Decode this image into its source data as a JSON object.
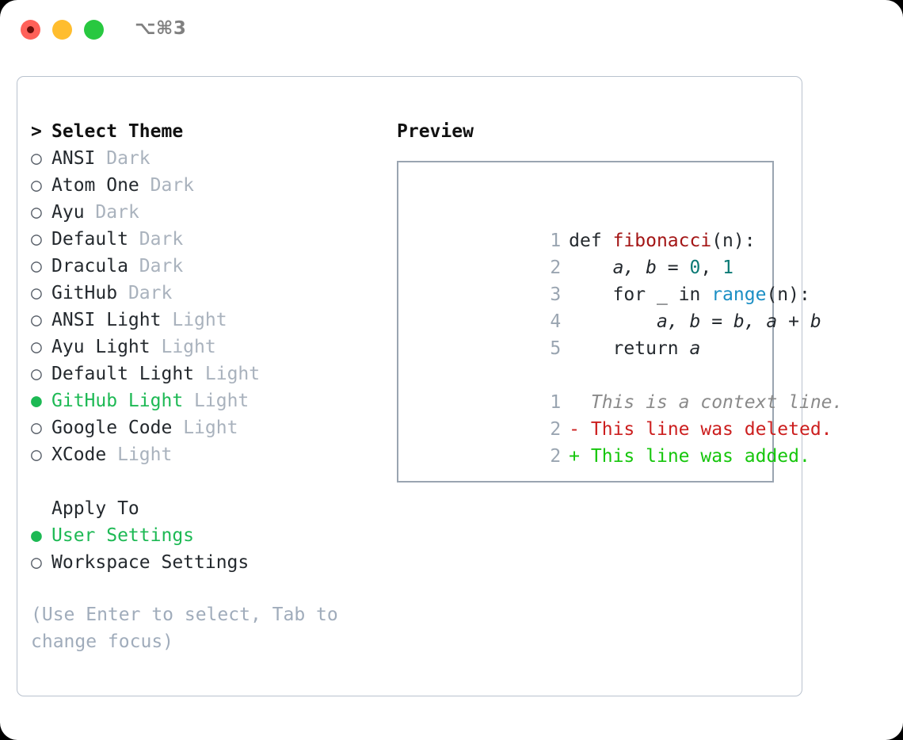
{
  "window": {
    "title": "⌥⌘3",
    "traffic_lights": [
      {
        "name": "close",
        "color": "#ff6159"
      },
      {
        "name": "minimize",
        "color": "#ffbd2e"
      },
      {
        "name": "zoom",
        "color": "#28c840"
      }
    ]
  },
  "theme_picker": {
    "header": {
      "caret": ">",
      "label": "Select Theme"
    },
    "items": [
      {
        "marker": "○",
        "label": "ANSI",
        "suffix": "Dark",
        "selected": false
      },
      {
        "marker": "○",
        "label": "Atom One",
        "suffix": "Dark",
        "selected": false
      },
      {
        "marker": "○",
        "label": "Ayu",
        "suffix": "Dark",
        "selected": false
      },
      {
        "marker": "○",
        "label": "Default",
        "suffix": "Dark",
        "selected": false
      },
      {
        "marker": "○",
        "label": "Dracula",
        "suffix": "Dark",
        "selected": false
      },
      {
        "marker": "○",
        "label": "GitHub",
        "suffix": "Dark",
        "selected": false
      },
      {
        "marker": "○",
        "label": "ANSI Light",
        "suffix": "Light",
        "selected": false
      },
      {
        "marker": "○",
        "label": "Ayu Light",
        "suffix": "Light",
        "selected": false
      },
      {
        "marker": "○",
        "label": "Default Light",
        "suffix": "Light",
        "selected": false
      },
      {
        "marker": "●",
        "label": "GitHub Light",
        "suffix": "Light",
        "selected": true
      },
      {
        "marker": "○",
        "label": "Google Code",
        "suffix": "Light",
        "selected": false
      },
      {
        "marker": "○",
        "label": "XCode",
        "suffix": "Light",
        "selected": false
      }
    ]
  },
  "apply_to": {
    "header": "Apply To",
    "options": [
      {
        "marker": "●",
        "label": "User Settings",
        "selected": true
      },
      {
        "marker": "○",
        "label": "Workspace Settings",
        "selected": false
      }
    ]
  },
  "hint": "(Use Enter to select, Tab to change focus)",
  "preview": {
    "title": "Preview",
    "code_lines": [
      {
        "num": "1",
        "tokens": [
          {
            "text": "def ",
            "style": "kw"
          },
          {
            "text": "fibonacci",
            "style": "fn"
          },
          {
            "text": "(n):",
            "style": "plain"
          }
        ]
      },
      {
        "num": "2",
        "tokens": [
          {
            "text": "    ",
            "style": "plain"
          },
          {
            "text": "a, b",
            "style": "var"
          },
          {
            "text": " = ",
            "style": "plain"
          },
          {
            "text": "0",
            "style": "num"
          },
          {
            "text": ", ",
            "style": "plain"
          },
          {
            "text": "1",
            "style": "num"
          }
        ]
      },
      {
        "num": "3",
        "tokens": [
          {
            "text": "    for _ in ",
            "style": "kw"
          },
          {
            "text": "range",
            "style": "builtin"
          },
          {
            "text": "(n):",
            "style": "plain"
          }
        ]
      },
      {
        "num": "4",
        "tokens": [
          {
            "text": "        ",
            "style": "plain"
          },
          {
            "text": "a, b",
            "style": "var"
          },
          {
            "text": " = ",
            "style": "plain"
          },
          {
            "text": "b, a + b",
            "style": "var"
          }
        ]
      },
      {
        "num": "5",
        "tokens": [
          {
            "text": "    return ",
            "style": "kw"
          },
          {
            "text": "a",
            "style": "var"
          }
        ]
      }
    ],
    "diff_lines": [
      {
        "num": "1",
        "sign": " ",
        "text": "This is a context line.",
        "kind": "context"
      },
      {
        "num": "2",
        "sign": "-",
        "text": "This line was deleted.",
        "kind": "deleted"
      },
      {
        "num": "2",
        "sign": "+",
        "text": "This line was added.",
        "kind": "added"
      }
    ]
  },
  "colors": {
    "accent_green": "#1db954",
    "muted": "#a9b2bd",
    "hint": "#a0acbb",
    "diff_deleted": "#cc1f1f",
    "diff_added": "#16c60c",
    "syntax_function": "#a31515",
    "syntax_builtin": "#1a8ec4",
    "syntax_number": "#0b7a75"
  }
}
